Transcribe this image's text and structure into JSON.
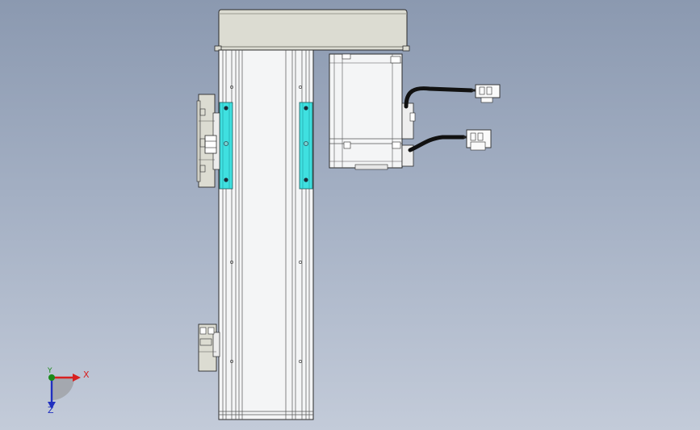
{
  "viewport": {
    "background_top": "#8b99b0",
    "background_bottom": "#c3cbd9"
  },
  "model": {
    "body_color": "#f4f5f6",
    "outline_color": "#2a2a2a",
    "motor_cover_color": "#dcdcd2",
    "rail_color": "#3fe0e0",
    "cable_color": "#111111",
    "connector_color": "#fafafa"
  },
  "triad": {
    "x_label": "X",
    "y_label": "Y",
    "z_label": "Z",
    "x_color": "#d82020",
    "y_color": "#1a8a1a",
    "z_color": "#2030c0"
  }
}
